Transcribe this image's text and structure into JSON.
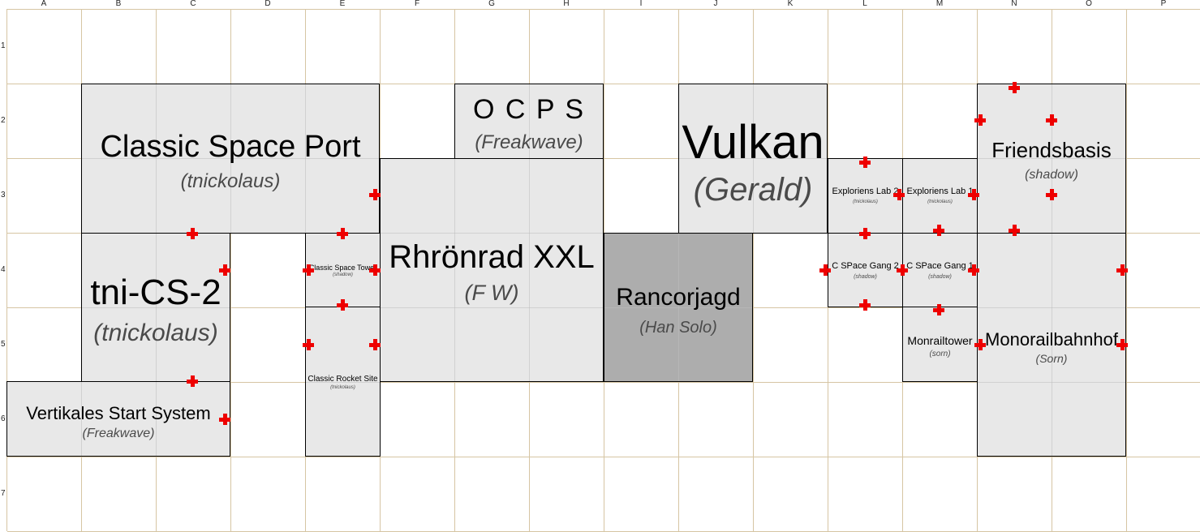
{
  "grid": {
    "columns": [
      "A",
      "B",
      "C",
      "D",
      "E",
      "F",
      "G",
      "H",
      "I",
      "J",
      "K",
      "L",
      "M",
      "N",
      "O",
      "P"
    ],
    "rows": [
      "1",
      "2",
      "3",
      "4",
      "5",
      "6",
      "7"
    ]
  },
  "modules": [
    {
      "name": "Classic Space Port",
      "owner": "(tnickolaus)"
    },
    {
      "name": "O C P S",
      "owner": "(Freakwave)"
    },
    {
      "name": "Vulkan",
      "owner": "(Gerald)"
    },
    {
      "name": "Friendsbasis",
      "owner": "(shadow)"
    },
    {
      "name": "Exploriens Lab 2",
      "owner": "(tnickolaus)"
    },
    {
      "name": "Exploriens Lab 1",
      "owner": "(tnickolaus)"
    },
    {
      "name": "Rhrönrad XXL",
      "owner": "(F W)"
    },
    {
      "name": "tni-CS-2",
      "owner": "(tnickolaus)"
    },
    {
      "name": "Classic Space Tower",
      "owner": "(shadow)"
    },
    {
      "name": "Rancorjagd",
      "owner": "(Han Solo)"
    },
    {
      "name": "C SPace Gang 2",
      "owner": "(shadow)"
    },
    {
      "name": "C SPace Gang 1",
      "owner": "(shadow)"
    },
    {
      "name": "Classic Rocket Site",
      "owner": "(tnickolaus)"
    },
    {
      "name": "Monrailtower",
      "owner": "(sorn)"
    },
    {
      "name": "Monorailbahnhof",
      "owner": "(Sorn)"
    },
    {
      "name": "Vertikales Start System",
      "owner": "(Freakwave)"
    }
  ],
  "colors": {
    "connector": "#ee0000",
    "module": "#e8e8e8",
    "module_highlight": "#adadad",
    "gridline": "#d6c5a3"
  }
}
